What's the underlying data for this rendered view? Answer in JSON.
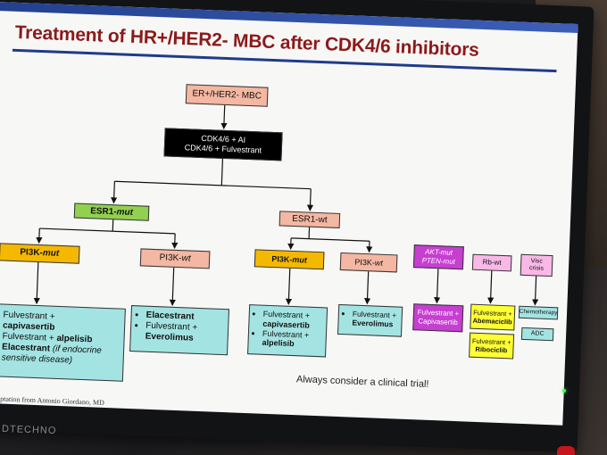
{
  "slide": {
    "title": "Treatment of HR+/HER2- MBC after CDK4/6 inhibitors",
    "credit": "Adaptation from Antonio Giordano, MD",
    "note": "Always consider a clinical trial!"
  },
  "device": {
    "brand": "DTECHNO"
  },
  "nodes": {
    "root": "ER+/HER2- MBC",
    "cdk_line1": "CDK4/6 + AI",
    "cdk_line2": "CDK4/6 + Fulvestrant",
    "esr1_mut_prefix": "ESR1-",
    "esr1_mut_suffix": "mut",
    "esr1_wt": "ESR1-wt",
    "pi3k_mut_a_prefix": "PI3K-",
    "pi3k_mut_a_suffix": "mut",
    "pi3k_wt_a_prefix": "PI3K-",
    "pi3k_wt_a_suffix": "wt",
    "pi3k_mut_b_prefix": "PI3K-",
    "pi3k_mut_b_suffix": "mut",
    "pi3k_wt_b_prefix": "PI3K-",
    "pi3k_wt_b_suffix": "wt",
    "akt_line1": "AKT-mut",
    "akt_line2": "PTEN-mut",
    "rb_wt": "Rb-wt",
    "visc_line1": "Visc",
    "visc_line2": "crisis"
  },
  "treatments": {
    "a_item1_pre": "Fulvestrant +",
    "a_item1_drug": "capivasertib",
    "a_item2_pre": "Fulvestrant + ",
    "a_item2_drug": "alpelisib",
    "a_item3_drug": "Elacestrant",
    "a_item3_note": " (if endocrine sensitive disease)",
    "b_item1": "Elacestrant",
    "b_item2": "Fulvestrant +",
    "b_item3": "Everolimus",
    "c_item1_pre": "Fulvestrant +",
    "c_item1_drug": "capivasertib",
    "c_item2_pre": "Fulvestrant +",
    "c_item2_drug": "alpelisib",
    "d_item1": "Fulvestrant +",
    "d_item2": "Everolimus",
    "e_line1": "Fulvestrant +",
    "e_line2": "Capivasertib",
    "f_line1": "Fulvestrant +",
    "f_line2": "Abemaciclib",
    "g_line1": "Fulvestrant +",
    "g_line2": "Ribociclib",
    "chemo": "Chemotherapy",
    "adc": "ADC"
  }
}
